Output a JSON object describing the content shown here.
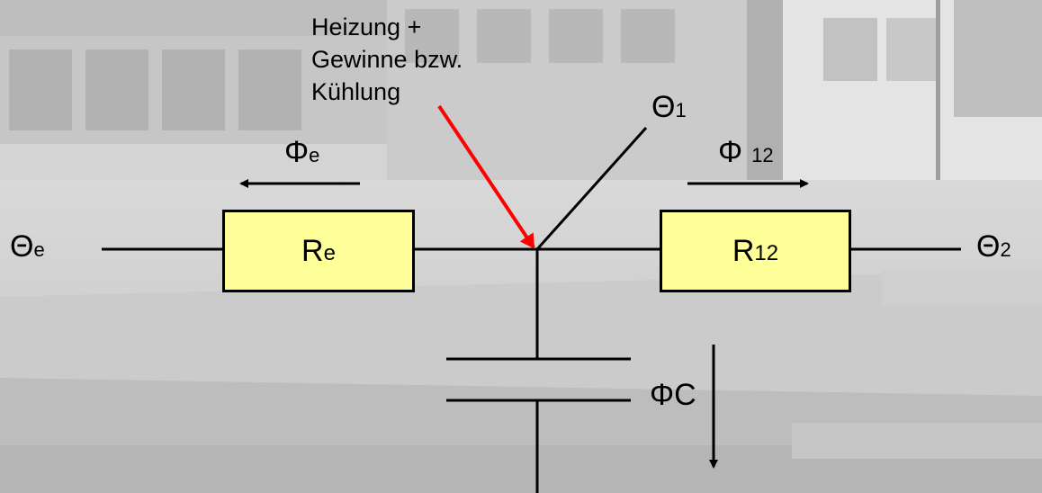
{
  "colors": {
    "resistor_fill": "#ffff99",
    "arrow_red": "#ff0000",
    "line": "#000000"
  },
  "annotation": {
    "line1": "Heizung +",
    "line2": "Gewinne bzw.",
    "line3": "Kühlung"
  },
  "nodes": {
    "theta_e": {
      "symbol": "Θ",
      "sub": "e"
    },
    "theta_1": {
      "symbol": "Θ",
      "sub": "1"
    },
    "theta_2": {
      "symbol": "Θ",
      "sub": "2"
    }
  },
  "resistors": {
    "r_e": {
      "symbol": "R",
      "sub": "e"
    },
    "r_12": {
      "symbol": "R",
      "sub": "12"
    }
  },
  "flows": {
    "phi_e": {
      "symbol": "Φ",
      "sub": "e"
    },
    "phi_12": {
      "symbol": "Φ",
      "sub": "12"
    },
    "phi_c": {
      "symbol": "Φ",
      "sub": "C"
    }
  }
}
